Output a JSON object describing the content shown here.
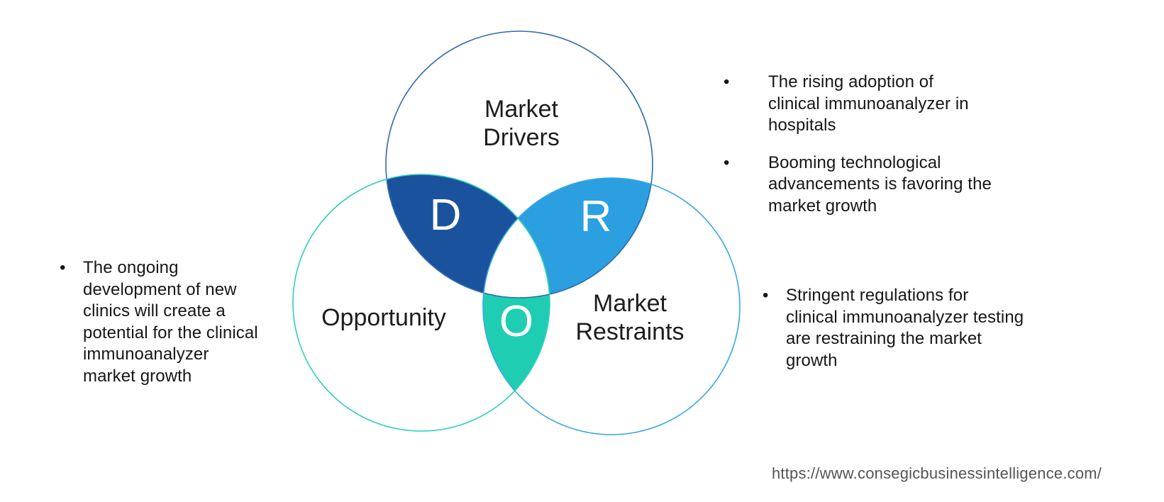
{
  "diagram": {
    "circles": {
      "drivers": {
        "label_line1": "Market",
        "label_line2": "Drivers",
        "stroke": "#2e6bae"
      },
      "opportunity": {
        "label": "Opportunity",
        "stroke": "#2fd0ba"
      },
      "restraints": {
        "label_line1": "Market",
        "label_line2": "Restraints",
        "stroke": "#38a8e4"
      }
    },
    "overlaps": {
      "d": {
        "letter": "D",
        "color": "#1b529e"
      },
      "r": {
        "letter": "R",
        "color": "#2b9fe0"
      },
      "o": {
        "letter": "O",
        "color": "#1fceb2"
      }
    }
  },
  "annotations": {
    "bullet_char": "•",
    "left": {
      "text": "The ongoing\ndevelopment of new\nclinics will create a\npotential for the clinical\nimmunoanalyzer\nmarket growth"
    },
    "right_top_1": {
      "text": "The rising adoption of\nclinical immunoanalyzer in\nhospitals"
    },
    "right_top_2": {
      "text": "Booming technological\nadvancements is favoring the\nmarket growth"
    },
    "right_bottom": {
      "text": "Stringent regulations for\nclinical immunoanalyzer testing\nare restraining the market\ngrowth"
    }
  },
  "footer": {
    "url": "https://www.consegicbusinessintelligence.com/"
  }
}
